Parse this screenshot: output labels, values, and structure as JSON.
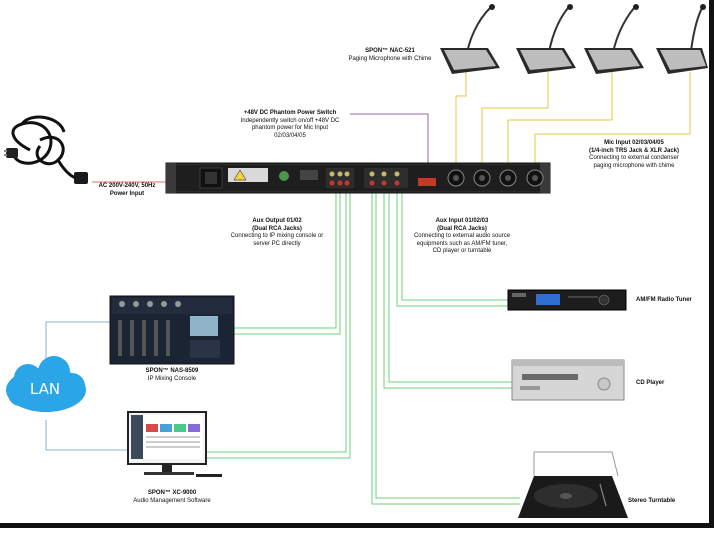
{
  "labels": {
    "nac521": {
      "title": "SPON™ NAC-521",
      "desc": "Paging Microphone with Chime"
    },
    "phantom": {
      "title": "+48V DC Phantom Power Switch",
      "lines": [
        "Independently switch on/off +48V DC",
        "phantom power for Mic Input",
        "02/03/04/05"
      ]
    },
    "mic_input": {
      "title": "Mic Input 02/03/04/05",
      "sub": "(1/4-inch TRS Jack & XLR Jack)",
      "lines": [
        "Connecting to external condenser",
        "paging microphone with chime"
      ]
    },
    "ac_input": {
      "title": "AC 200V-240V, 50Hz",
      "sub": "Power Input"
    },
    "aux_out": {
      "title": "Aux Output 01/02",
      "sub": "(Dual RCA Jacks)",
      "lines": [
        "Connecting to IP mixing console or",
        "server PC directly"
      ]
    },
    "aux_in": {
      "title": "Aux Input 01/02/03",
      "sub": "(Dual RCA Jacks)",
      "lines": [
        "Connecting to external audio source",
        "equipments such as AM/FM tuner,",
        "CD player or turntable"
      ]
    },
    "nas8509": {
      "title": "SPON™ NAS-8509",
      "desc": "IP Mixing Console"
    },
    "xc9000": {
      "title": "SPON™ XC-9000",
      "desc": "Audio Management Software"
    },
    "lan": "LAN",
    "tuner": "AM/FM Radio Tuner",
    "cd": "CD Player",
    "turntable": "Stereo Turntable"
  },
  "colors": {
    "mic_cable": "#e8c442",
    "phantom_line": "#7a3a8c",
    "aux_cable": "#6fd07a",
    "lan_cable": "#6aa0c8",
    "power_line": "#d63a3a",
    "lan_cloud": "#2aa6e8"
  }
}
